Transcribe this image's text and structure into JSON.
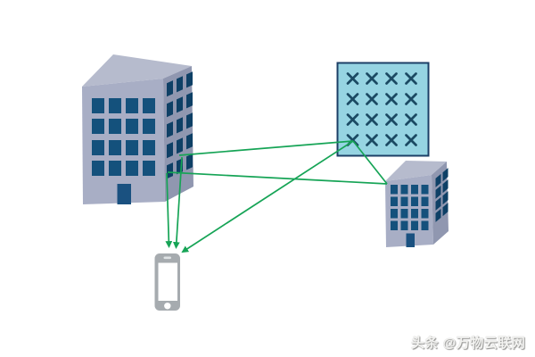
{
  "diagram": {
    "description": "Network illustration: a large office building, a crossed interference grid panel and a small office building linked with green lines converging on a smartphone",
    "nodes": [
      {
        "id": "building-large",
        "type": "office-building",
        "front_windows": "4x4",
        "has_door": true
      },
      {
        "id": "grid-panel",
        "type": "crossed-grid-panel",
        "mark_rows": 4,
        "mark_cols": 4,
        "mark_symbol": "×"
      },
      {
        "id": "building-small",
        "type": "office-building",
        "front_windows": "4x4",
        "has_door": true
      },
      {
        "id": "phone",
        "type": "smartphone"
      }
    ],
    "links": [
      {
        "from": "building-large",
        "to": "grid-panel",
        "arrow": false
      },
      {
        "from": "building-large",
        "to": "building-small",
        "arrow": false
      },
      {
        "from": "grid-panel",
        "to": "building-small",
        "arrow": false
      },
      {
        "from": "building-large",
        "to": "phone",
        "arrow": true
      },
      {
        "from": "building-large",
        "to": "phone",
        "arrow": true
      },
      {
        "from": "grid-panel",
        "to": "phone",
        "arrow": true
      }
    ]
  },
  "watermark": {
    "text": "头条 @万物云联网"
  },
  "colors": {
    "background": "#ffffff",
    "link_green": "#16a456",
    "building_front": "#a8aec5",
    "building_side": "#9097b0",
    "building_roof": "#b6bbcd",
    "window_blue": "#14517c",
    "window_side_blue": "#0e4066",
    "door_blue": "#1a5180",
    "grid_fill": "#96d4e2",
    "grid_border": "#1c3f66",
    "grid_mark": "#1b4a63",
    "phone_body": "#a6abaf",
    "phone_screen": "#ffffff"
  }
}
